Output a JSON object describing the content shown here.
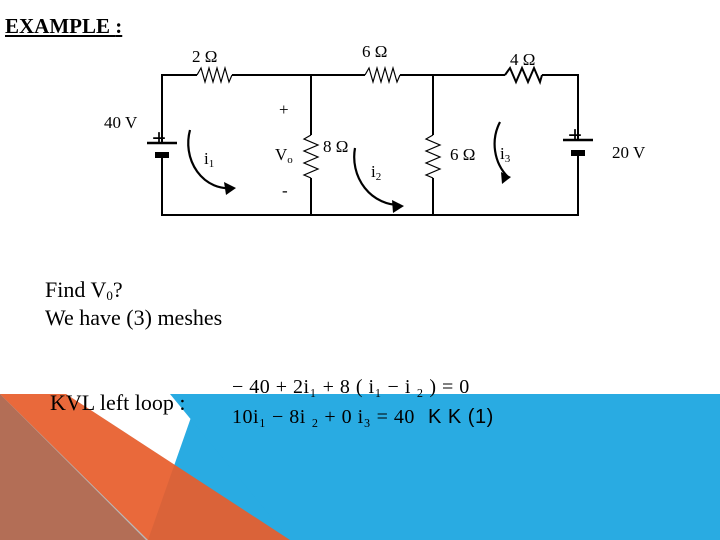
{
  "slide": {
    "title": "EXAMPLE",
    "title_colon": ":",
    "colors": {
      "orange": "#f15a24",
      "blue": "#29abe2",
      "dark_blue": "#1a78b8",
      "gray": "#7f7f7f"
    }
  },
  "circuit": {
    "r1": "2 Ω",
    "r2": "6 Ω",
    "r3": "4 Ω",
    "r4": "8 Ω",
    "r5": "6 Ω",
    "source_left": "40 V",
    "source_right": "20 V",
    "plus_left": "+",
    "plus_right": "+",
    "vo_plus": "+",
    "vo_minus": "-",
    "vo_label": "V",
    "vo_sub": "o",
    "mesh1": "i",
    "mesh1_sub": "1",
    "mesh2": "i",
    "mesh2_sub": "2",
    "mesh3": "i",
    "mesh3_sub": "3"
  },
  "text": {
    "find_prefix": "Find V",
    "find_sub": "0",
    "find_suffix": "?",
    "meshes": "We have (3) meshes",
    "kvl": "KVL left loop :"
  },
  "equations": {
    "eq1": "− 40 + 2i₁ + 8 ( i₁ − i ₂ ) = 0",
    "eq2": "10i₁ − 8i ₂ + 0 i₃ = 40",
    "eq2_ref": "K K (1)"
  }
}
